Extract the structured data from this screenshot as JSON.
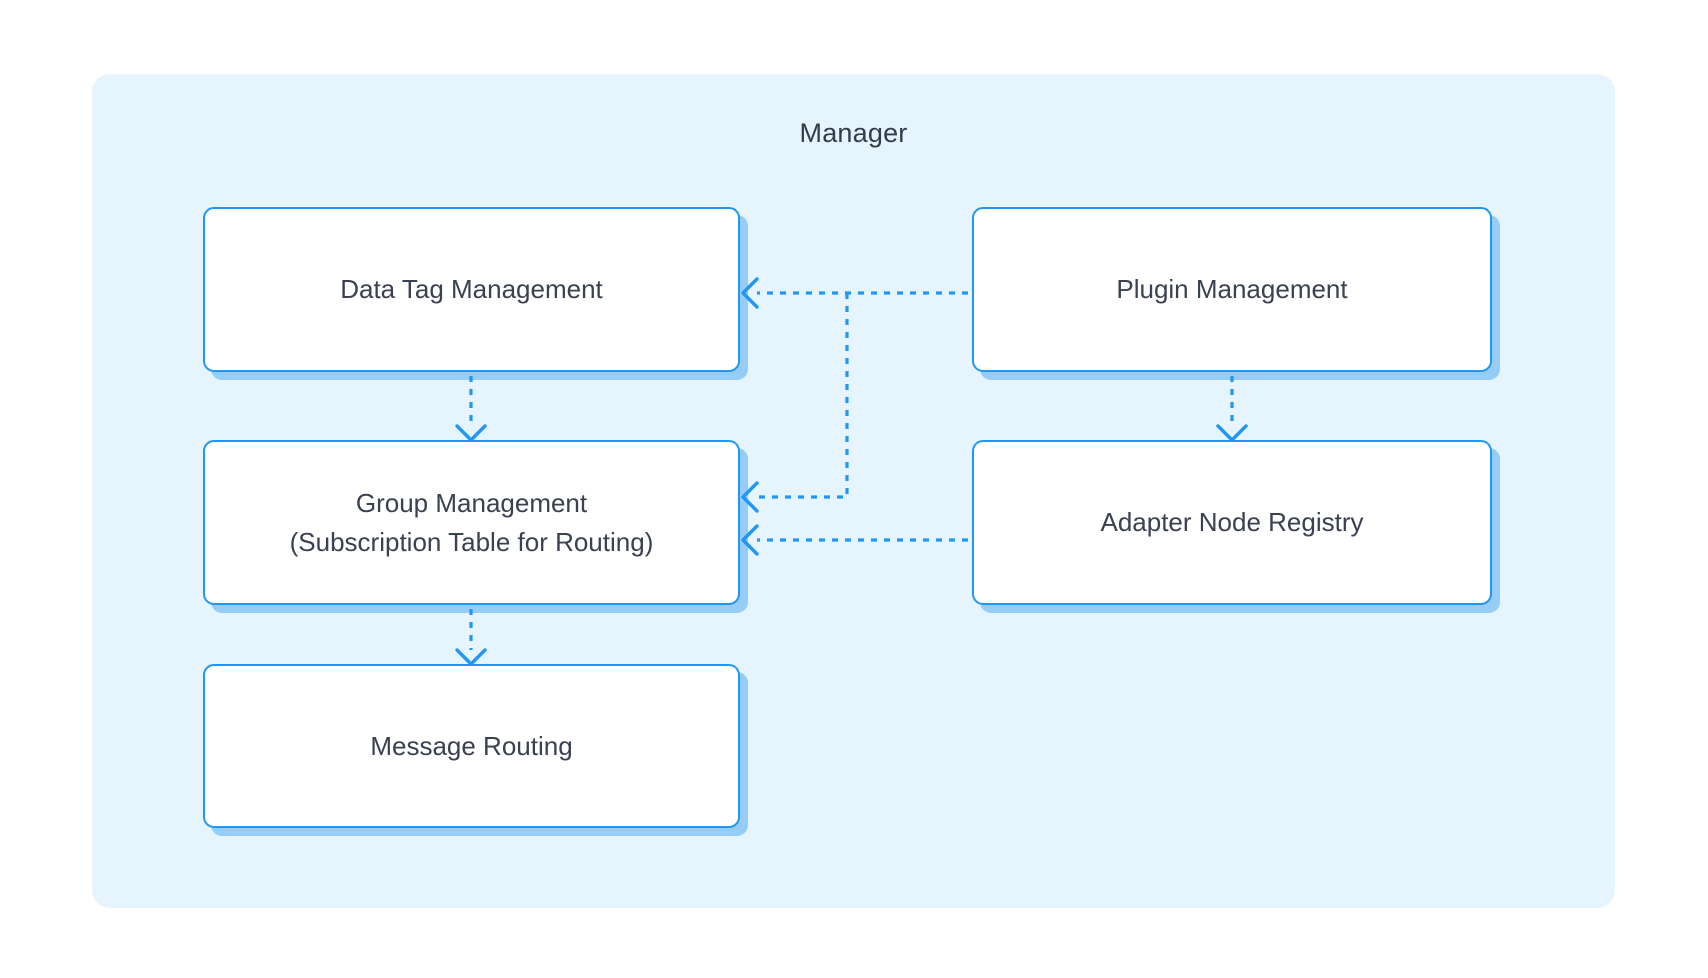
{
  "diagram": {
    "container": {
      "title": "Manager",
      "background_color": "#e6f4fd"
    },
    "theme": {
      "node_border_color": "#2196f3",
      "node_fill_color": "#ffffff",
      "node_shadow_color": "#96cdf7",
      "connector_color": "#2196f3",
      "text_color": "#3a4150",
      "title_color": "#333b4f"
    },
    "nodes": [
      {
        "id": "data-tag-management",
        "label": "Data Tag Management"
      },
      {
        "id": "group-management",
        "label": "Group Management\n(Subscription Table for Routing)"
      },
      {
        "id": "message-routing",
        "label": "Message Routing"
      },
      {
        "id": "plugin-management",
        "label": "Plugin Management"
      },
      {
        "id": "adapter-node-registry",
        "label": "Adapter Node Registry"
      }
    ],
    "connectors": [
      {
        "id": "plugin-to-data-tag",
        "from": "plugin-management",
        "to": "data-tag-management",
        "style": "dotted",
        "arrow": "single"
      },
      {
        "id": "plugin-to-group",
        "from": "plugin-management",
        "to": "group-management",
        "style": "dotted",
        "arrow": "single"
      },
      {
        "id": "plugin-to-adapter",
        "from": "plugin-management",
        "to": "adapter-node-registry",
        "style": "dotted",
        "arrow": "single"
      },
      {
        "id": "adapter-to-group",
        "from": "adapter-node-registry",
        "to": "group-management",
        "style": "dotted",
        "arrow": "single"
      },
      {
        "id": "data-tag-to-group",
        "from": "data-tag-management",
        "to": "group-management",
        "style": "dotted",
        "arrow": "single"
      },
      {
        "id": "group-to-message",
        "from": "group-management",
        "to": "message-routing",
        "style": "dotted",
        "arrow": "single"
      }
    ]
  }
}
